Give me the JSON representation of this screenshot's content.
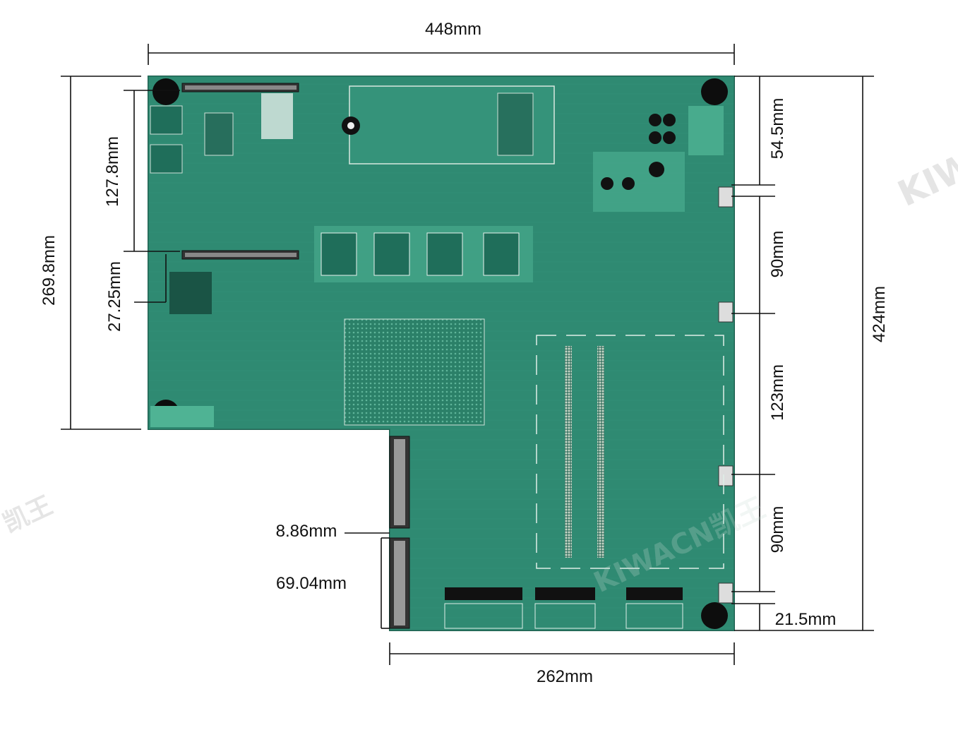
{
  "dimensions": {
    "top_width": "448mm",
    "left_height": "269.8mm",
    "left_upper": "127.8mm",
    "left_gap": "27.25mm",
    "right_total": "424mm",
    "right_top": "54.5mm",
    "right_seg1": "90mm",
    "right_seg2": "123mm",
    "right_seg3": "90mm",
    "right_bottom": "21.5mm",
    "bottom_width": "262mm",
    "slot_gap": "8.86mm",
    "slot_height": "69.04mm"
  },
  "watermark": {
    "brand_right": "KIW",
    "brand_left": "凯王",
    "brand_center": "KIWACN凯王"
  },
  "colors": {
    "board": "#2f8a72",
    "board_dark": "#1f6e5a",
    "board_light": "#4fb394",
    "silk": "#e8f2ee",
    "dim_line": "#111111"
  }
}
